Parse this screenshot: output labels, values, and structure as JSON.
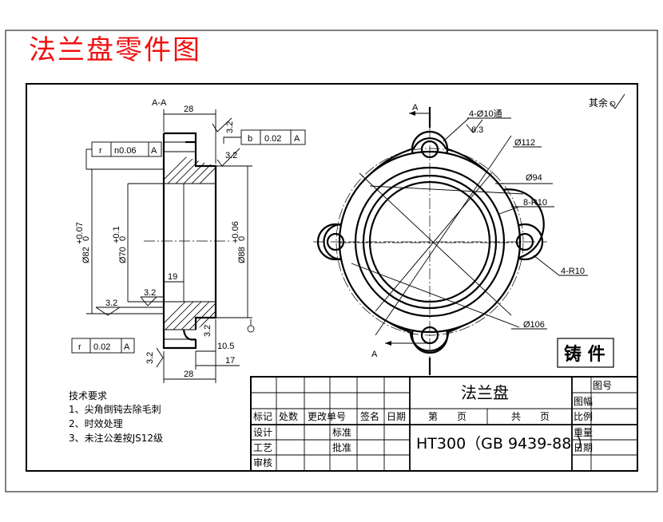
{
  "title": "法兰盘零件图",
  "section_label": "A-A",
  "roughness_note": "其余",
  "dims": {
    "w28_top": "28",
    "r32_top": "3.2",
    "r32_right": "3.2",
    "r32_left": "3.2",
    "r32_mid": "3.2",
    "r32_bottom": "3.2",
    "r32_vertical": "3.2",
    "d19": "19",
    "d105": "10.5",
    "d17": "17",
    "w28_bottom": "28",
    "d82": "Ø82",
    "d82_tol_up": "+0.07",
    "d82_tol_low": "0",
    "d70": "Ø70",
    "d70_tol_up": "+0.1",
    "d70_tol_low": "0",
    "d88": "Ø88",
    "d88_tol_up": "+0.06",
    "d88_tol_low": "0"
  },
  "gdt": {
    "flatness_sym": "b",
    "flatness_val": "0.02",
    "flatness_ref": "A",
    "r1_sym": "r",
    "r1_val": "n0.06",
    "r1_ref": "A",
    "r2_sym": "r",
    "r2_val": "0.02",
    "r2_ref": "A"
  },
  "front": {
    "a_top": "A",
    "a_bottom": "A",
    "holes": "4-Ø10通",
    "hole_rough": "6.3",
    "d112": "Ø112",
    "d94": "Ø94",
    "r10_3": "8-R10",
    "r10_4": "4-R10",
    "d106": "Ø106"
  },
  "notes": {
    "heading": "技术要求",
    "items": [
      "1、尖角倒钝去除毛刺",
      "2、时效处理",
      "3、未注公差按JS12级"
    ]
  },
  "stamp": "铸 件",
  "title_block": {
    "part_name": "法兰盘",
    "material": "HT300（GB 9439-88 ）",
    "headers": [
      "标记",
      "处数",
      "更改单号",
      "签名",
      "日期"
    ],
    "left_rows": [
      "设计",
      "工艺",
      "审核"
    ],
    "mid_labels": [
      "标准",
      "批准"
    ],
    "sheet": "第　　页",
    "total": "共　　页",
    "right_labels": [
      "图号",
      "图幅",
      "比例",
      "重量",
      "日期"
    ]
  }
}
